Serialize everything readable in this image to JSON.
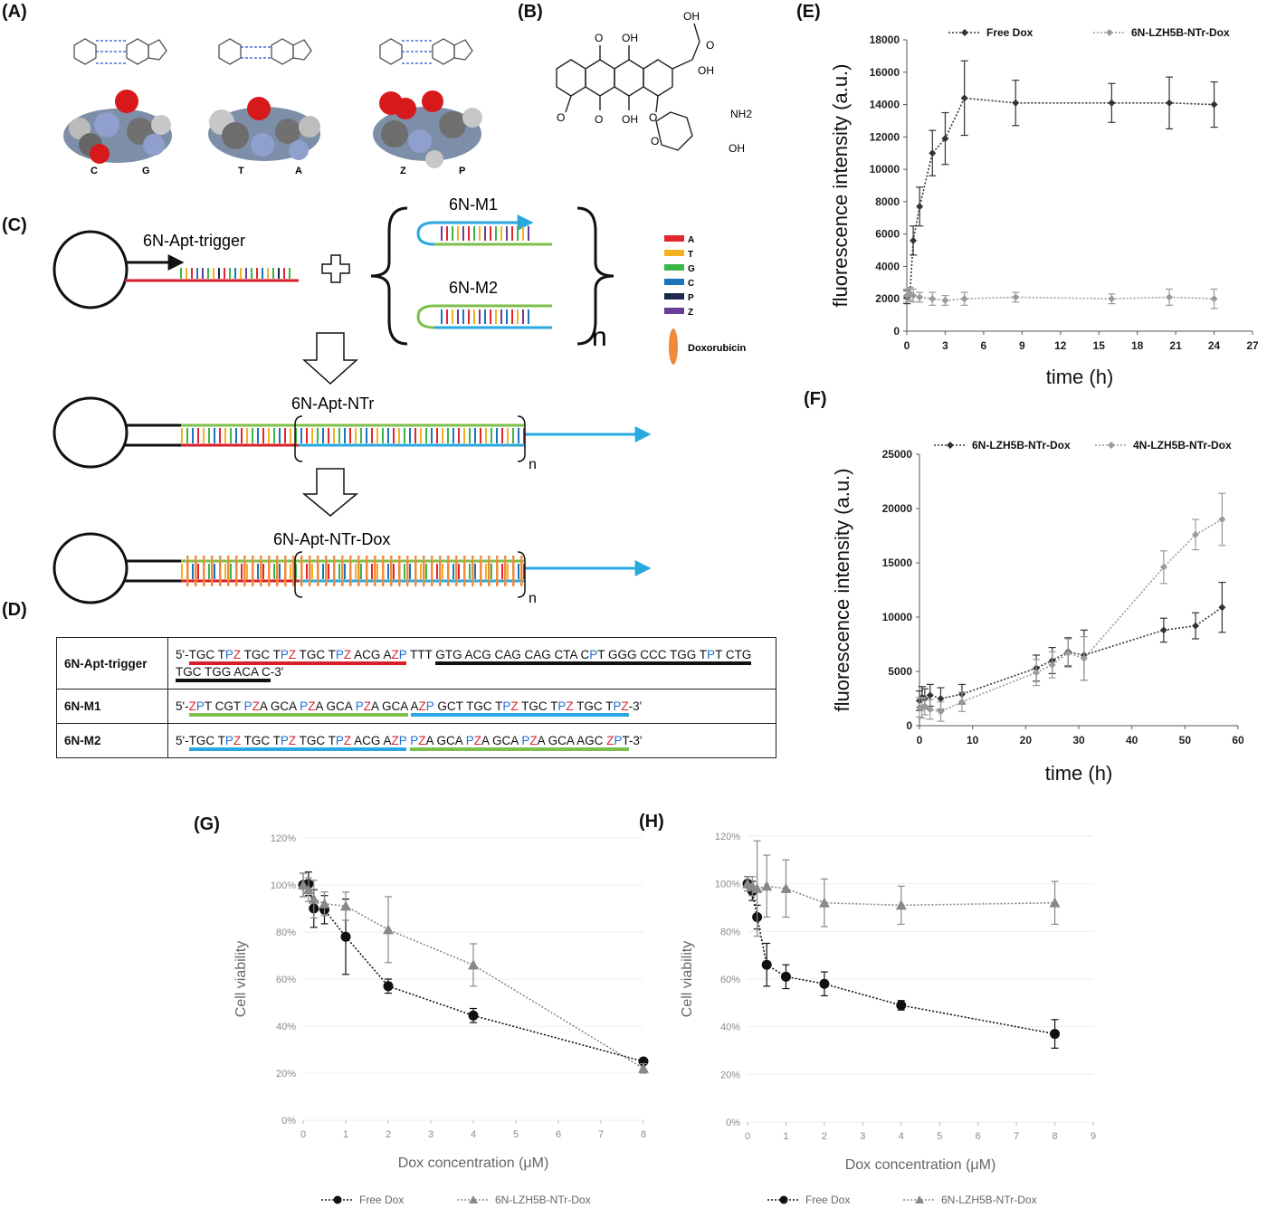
{
  "panels": {
    "A": "(A)",
    "B": "(B)",
    "C": "(C)",
    "D": "(D)",
    "E": "(E)",
    "F": "(F)",
    "G": "(G)",
    "H": "(H)"
  },
  "panel_a": {
    "pairs": [
      {
        "left": "C",
        "right": "G"
      },
      {
        "left": "T",
        "right": "A"
      },
      {
        "left": "Z",
        "right": "P"
      }
    ]
  },
  "panel_b": {
    "labels": {
      "oh1": "OH",
      "oh2": "OH",
      "oh3": "OH",
      "oh4": "OH",
      "oh5": "OH",
      "o1": "O",
      "o2": "O",
      "o3": "O",
      "o4": "O",
      "o5": "O",
      "o6": "O",
      "nh2": "NH2"
    }
  },
  "panel_c": {
    "trigger_label": "6N-Apt-trigger",
    "m1_label": "6N-M1",
    "m2_label": "6N-M2",
    "ntr_label": "6N-Apt-NTr",
    "ntr_dox_label": "6N-Apt-NTr-Dox",
    "n_big": "n",
    "n_small": "n",
    "legend": [
      {
        "label": "A",
        "color": "#e3262e"
      },
      {
        "label": "T",
        "color": "#f3b21d"
      },
      {
        "label": "G",
        "color": "#3ab54a"
      },
      {
        "label": "C",
        "color": "#1c74bc"
      },
      {
        "label": "P",
        "color": "#1b2a4e"
      },
      {
        "label": "Z",
        "color": "#6a3d9a"
      }
    ],
    "dox_label": "Doxorubicin"
  },
  "panel_d": {
    "rows": [
      {
        "name": "6N-Apt-trigger"
      },
      {
        "name": "6N-M1"
      },
      {
        "name": "6N-M2"
      }
    ]
  },
  "chart_data": [
    {
      "id": "E",
      "type": "line",
      "xlabel": "time (h)",
      "ylabel": "fluorescence intensity (a.u.)",
      "xlim": [
        0,
        27
      ],
      "ylim": [
        0,
        18000
      ],
      "xticks": [
        0,
        3,
        6,
        9,
        12,
        15,
        18,
        21,
        24,
        27
      ],
      "yticks": [
        0,
        2000,
        4000,
        6000,
        8000,
        10000,
        12000,
        14000,
        16000,
        18000
      ],
      "legend_position": "top",
      "series": [
        {
          "name": "Free Dox",
          "color": "#333333",
          "x": [
            0,
            0.25,
            0.5,
            1,
            2,
            3,
            4.5,
            8.5,
            16,
            20.5,
            24
          ],
          "y": [
            2100,
            2300,
            5600,
            7700,
            11000,
            11900,
            14400,
            14100,
            14100,
            14100,
            14000
          ],
          "err": [
            400,
            400,
            900,
            1200,
            1400,
            1600,
            2300,
            1400,
            1200,
            1600,
            1400
          ]
        },
        {
          "name": "6N-LZH5B-NTr-Dox",
          "color": "#9a9a9a",
          "x": [
            0,
            0.25,
            0.5,
            1,
            2,
            3,
            4.5,
            8.5,
            16,
            20.5,
            24
          ],
          "y": [
            2200,
            2300,
            2200,
            2100,
            2000,
            1900,
            2000,
            2100,
            2000,
            2100,
            2000
          ],
          "err": [
            400,
            400,
            400,
            300,
            400,
            300,
            400,
            300,
            300,
            500,
            600
          ]
        }
      ]
    },
    {
      "id": "F",
      "type": "line",
      "xlabel": "time (h)",
      "ylabel": "fluorescence intensity (a.u.)",
      "xlim": [
        0,
        60
      ],
      "ylim": [
        0,
        25000
      ],
      "xticks": [
        0,
        10,
        20,
        30,
        40,
        50,
        60
      ],
      "yticks": [
        0,
        5000,
        10000,
        15000,
        20000,
        25000
      ],
      "legend_position": "top",
      "series": [
        {
          "name": "6N-LZH5B-NTr-Dox",
          "color": "#333333",
          "x": [
            0,
            0.5,
            1,
            2,
            4,
            8,
            22,
            25,
            28,
            31,
            46,
            52,
            57
          ],
          "y": [
            2300,
            2600,
            2500,
            2800,
            2500,
            2900,
            5300,
            6000,
            6800,
            6500,
            8800,
            9200,
            10900
          ],
          "err": [
            900,
            1000,
            900,
            1000,
            1000,
            900,
            1200,
            1200,
            1300,
            2300,
            1100,
            1200,
            2300
          ]
        },
        {
          "name": "4N-LZH5B-NTr-Dox",
          "color": "#9a9a9a",
          "x": [
            0,
            0.5,
            1,
            2,
            4,
            8,
            22,
            25,
            28,
            31,
            46,
            52,
            57
          ],
          "y": [
            1700,
            1600,
            1800,
            1500,
            1300,
            2200,
            4900,
            5600,
            6700,
            6200,
            14600,
            17600,
            19000
          ],
          "err": [
            900,
            900,
            800,
            900,
            900,
            900,
            1200,
            1200,
            1300,
            2000,
            1500,
            1400,
            2400
          ]
        }
      ]
    },
    {
      "id": "G",
      "type": "line",
      "xlabel": "Dox concentration (μM)",
      "ylabel": "Cell viability",
      "xlim": [
        0,
        8
      ],
      "ylim": [
        0,
        120
      ],
      "xticks": [
        0,
        1,
        2,
        3,
        4,
        5,
        6,
        7,
        8
      ],
      "yticks": [
        0,
        20,
        40,
        60,
        80,
        100,
        120
      ],
      "ytick_labels": [
        "0%",
        "20%",
        "40%",
        "60%",
        "80%",
        "100%",
        "120%"
      ],
      "legend_position": "bottom",
      "series": [
        {
          "name": "Free Dox",
          "color": "#111111",
          "marker": "circle",
          "x": [
            0,
            0.125,
            0.25,
            0.5,
            1,
            2,
            4,
            8
          ],
          "y": [
            100,
            100.5,
            90,
            89.5,
            78,
            57,
            44.5,
            25
          ],
          "err": [
            5,
            5,
            8,
            6,
            16,
            3,
            3,
            1
          ]
        },
        {
          "name": "6N-LZH5B-NTr-Dox",
          "color": "#888888",
          "marker": "triangle",
          "x": [
            0,
            0.125,
            0.25,
            0.5,
            1,
            2,
            4,
            8
          ],
          "y": [
            100,
            98,
            94,
            92,
            91,
            81,
            66,
            22
          ],
          "err": [
            5,
            5,
            8,
            5,
            6,
            14,
            9,
            2
          ]
        }
      ]
    },
    {
      "id": "H",
      "type": "line",
      "xlabel": "Dox concentration (μM)",
      "ylabel": "Cell viability",
      "xlim": [
        0,
        9
      ],
      "ylim": [
        0,
        120
      ],
      "xticks": [
        0,
        1,
        2,
        3,
        4,
        5,
        6,
        7,
        8,
        9
      ],
      "yticks": [
        0,
        20,
        40,
        60,
        80,
        100,
        120
      ],
      "ytick_labels": [
        "0%",
        "20%",
        "40%",
        "60%",
        "80%",
        "100%",
        "120%"
      ],
      "legend_position": "bottom",
      "series": [
        {
          "name": "Free Dox",
          "color": "#111111",
          "marker": "circle",
          "x": [
            0,
            0.125,
            0.25,
            0.5,
            1,
            2,
            4,
            8
          ],
          "y": [
            100,
            97,
            86,
            66,
            61,
            58,
            49,
            37
          ],
          "err": [
            3,
            4,
            5,
            9,
            5,
            5,
            2,
            6
          ]
        },
        {
          "name": "6N-LZH5B-NTr-Dox",
          "color": "#888888",
          "marker": "triangle",
          "x": [
            0,
            0.125,
            0.25,
            0.5,
            1,
            2,
            4,
            8
          ],
          "y": [
            100,
            99,
            98,
            99,
            98,
            92,
            91,
            92
          ],
          "err": [
            3,
            4,
            20,
            13,
            12,
            10,
            8,
            9
          ]
        }
      ]
    }
  ]
}
